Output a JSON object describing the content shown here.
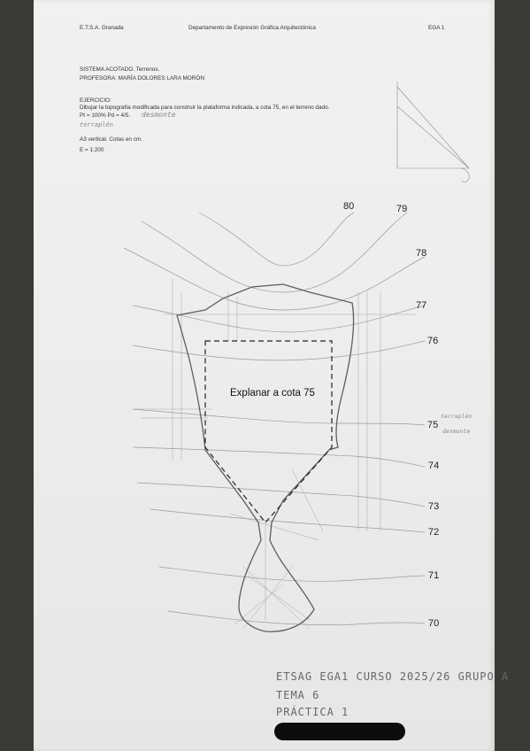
{
  "header": {
    "school": "E.T.S.A. Granada",
    "department": "Departamento de Expresión Gráfica Arquitectónica",
    "course_code": "EGA 1"
  },
  "info": {
    "system": "SISTEMA ACOTADO. Terrenos.",
    "professor": "PROFESORA: MARÍA DOLORES LARA MORÓN",
    "exercise_title": "EJERCICIO:",
    "exercise_text": "Dibujar la topografía modificada para construir la plataforma indicada, a cota 75, en el terreno dado.",
    "slopes": "Pt = 100%    Pd = 4/5.",
    "slopes_note_desmonte": "desmonte",
    "slopes_note_terraplen": "terraplén",
    "format": "A3 vertical. Cotas en cm.",
    "scale": "E = 1:200"
  },
  "contour_labels": [
    "80",
    "79",
    "78",
    "77",
    "76",
    "75",
    "74",
    "73",
    "72",
    "71",
    "70"
  ],
  "margin_notes": {
    "note_1": "terraplén",
    "note_2": "desmonte"
  },
  "platform_label": "Explanar a cota 75",
  "student_block": {
    "line_1": "ETSAG  EGA1  CURSO 2025/26  GRUPO A",
    "line_2": "TEMA 6",
    "line_3": "PRÁCTICA 1"
  }
}
